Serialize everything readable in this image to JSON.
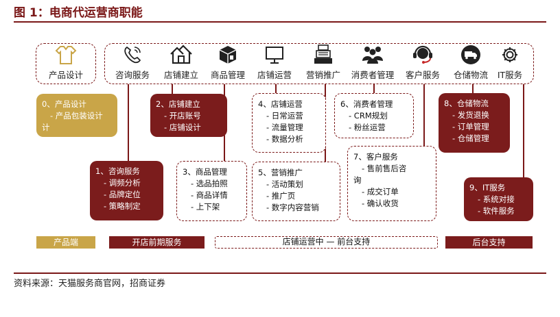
{
  "figure_title": "图 1：电商代运营商职能",
  "source": "资料来源：天猫服务商官网，招商证券",
  "icons": [
    {
      "label": "产品设计",
      "icon": "tshirt-icon"
    },
    {
      "label": "咨询服务",
      "icon": "phone-icon"
    },
    {
      "label": "店铺建立",
      "icon": "house-icon"
    },
    {
      "label": "商品管理",
      "icon": "package-icon"
    },
    {
      "label": "店铺运营",
      "icon": "monitor-icon"
    },
    {
      "label": "营销推广",
      "icon": "cash-register-icon"
    },
    {
      "label": "消费者管理",
      "icon": "people-icon"
    },
    {
      "label": "客户服务",
      "icon": "headset-icon"
    },
    {
      "label": "仓储物流",
      "icon": "truck-icon"
    },
    {
      "label": "IT服务",
      "icon": "gear-icon"
    }
  ],
  "boxes": {
    "design": {
      "title": "0、产品设计",
      "items": [
        "- 产品包装设计"
      ]
    },
    "consult": {
      "title": "1、咨询服务",
      "items": [
        "- 调频分析",
        "- 品牌定位",
        "- 策略制定"
      ]
    },
    "store": {
      "title": "2、店铺建立",
      "items": [
        "- 开店账号",
        "- 店铺设计"
      ]
    },
    "goods": {
      "title": "3、商品管理",
      "items": [
        "- 选品拍照",
        "- 商品详情",
        "- 上下架"
      ]
    },
    "ops": {
      "title": "4、店铺运营",
      "items": [
        "- 日常运营",
        "- 流量管理",
        "- 数据分析"
      ]
    },
    "marketing": {
      "title": "5、营销推广",
      "items": [
        "- 活动策划",
        "- 推广页",
        "- 数字内容营销"
      ]
    },
    "consumer": {
      "title": "6、消费者管理",
      "items": [
        "- CRM规划",
        "- 粉丝运营"
      ]
    },
    "service": {
      "title": "7、客户服务",
      "items": [
        "- 售前售后咨",
        "询",
        "- 成交订单",
        "- 确认收货"
      ]
    },
    "logistics": {
      "title": "8、仓储物流",
      "items": [
        "- 发货退换",
        "- 订单管理",
        "- 仓储管理"
      ]
    },
    "it": {
      "title": "9、IT服务",
      "items": [
        "- 系统对接",
        "- 软件服务"
      ]
    }
  },
  "bands": {
    "product_end": "产品端",
    "pre_open": "开店前期服务",
    "mid_ops": "店铺运营中 — 前台支持",
    "backend": "后台支持"
  },
  "colors": {
    "dark_red": "#7b1c1c",
    "gold": "#c9a548"
  }
}
